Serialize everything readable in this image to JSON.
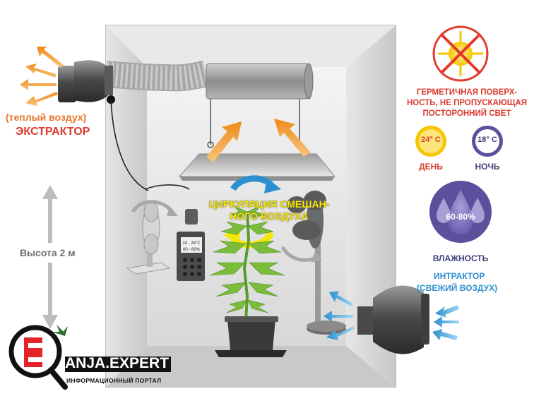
{
  "extractor": {
    "note": "(теплый воздух)",
    "title": "ЭКСТРАКТОР"
  },
  "height": {
    "label": "Высота 2 м"
  },
  "sealed": {
    "lines": [
      "ГЕРМЕТИЧНАЯ ПОВЕРХ-",
      "НОСТЬ, НЕ ПРОПУСКАЮЩАЯ",
      "ПОСТОРОННИЙ СВЕТ"
    ]
  },
  "day": {
    "temp": "24° C",
    "label": "ДЕНЬ"
  },
  "night": {
    "temp": "18° C",
    "label": "НОЧЬ"
  },
  "humidity": {
    "value": "60-80%",
    "label": "ВЛАЖНОСТЬ"
  },
  "intractor": {
    "title": "ИНТРАКТОР",
    "note": "(СВЕЖИЙ ВОЗДУХ)"
  },
  "circulation": {
    "lines": [
      "ЦИРКУЛЯЦИЯ СМЕШАН-",
      "НОГО ВОЗДУХА"
    ]
  },
  "controller": {
    "line1": "24 - 24°C",
    "line2": "60 - 80%"
  },
  "logo": {
    "letters": "ANJA",
    "dot": ".",
    "tld": "EXPERT",
    "subtitle": "ИНФОРМАЦИОННЫЙ ПОРТАЛ"
  },
  "colors": {
    "warm": "#f2a13a",
    "label_orange": "#e8762b",
    "label_red": "#d93a2b",
    "cool": "#2e8fd0",
    "circulation_text": "#f3e600",
    "logo_red": "#e3242b"
  }
}
